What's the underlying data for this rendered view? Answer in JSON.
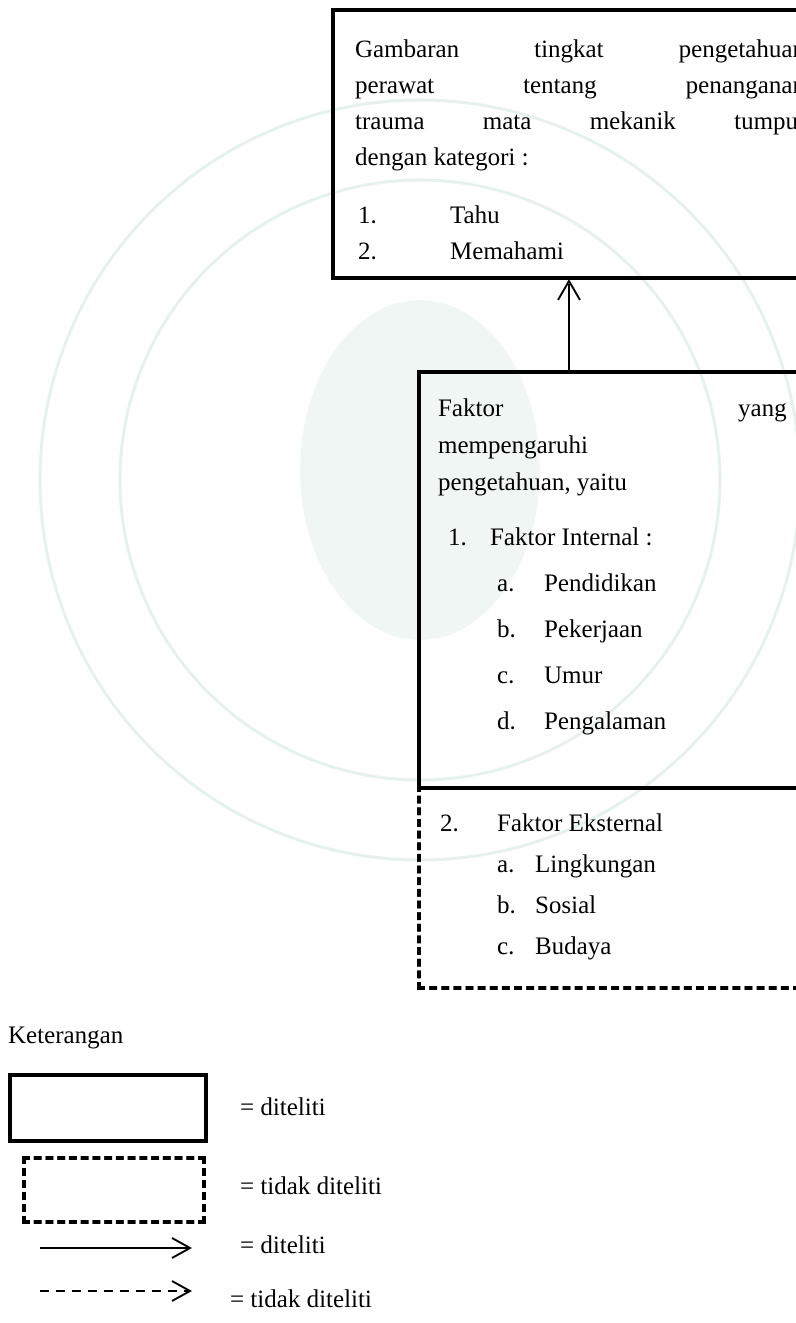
{
  "top_box": {
    "lines": [
      "Gambaran tingkat pengetahuan",
      "perawat tentang penanganan",
      "trauma mata mekanik tumpul",
      "dengan kategori :"
    ],
    "items": [
      {
        "num": "1.",
        "label": "Tahu"
      },
      {
        "num": "2.",
        "label": "Memahami"
      }
    ]
  },
  "factor_box": {
    "line1_left": "Faktor",
    "line1_right": "yang",
    "line2": "mempengaruhi",
    "line3": "pengetahuan, yaitu",
    "internal_heading_num": "1.",
    "internal_heading": "Faktor Internal :",
    "internal_items": [
      {
        "num": "a.",
        "label": "Pendidikan"
      },
      {
        "num": "b.",
        "label": "Pekerjaan"
      },
      {
        "num": "c.",
        "label": "Umur"
      },
      {
        "num": "d.",
        "label": "Pengalaman"
      }
    ]
  },
  "external_box": {
    "heading_num": "2.",
    "heading": "Faktor Eksternal",
    "items": [
      {
        "num": "a.",
        "label": "Lingkungan"
      },
      {
        "num": "b.",
        "label": "Sosial"
      },
      {
        "num": "c.",
        "label": "Budaya"
      }
    ]
  },
  "legend": {
    "title": "Keterangan",
    "solid_box": "= diteliti",
    "dashed_box": "= tidak diteliti",
    "solid_arrow": "= diteliti",
    "dashed_arrow": "= tidak diteliti"
  }
}
